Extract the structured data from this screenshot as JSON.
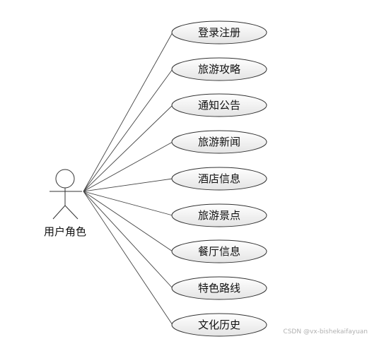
{
  "diagram": {
    "actor": {
      "label": "用户角色"
    },
    "use_cases": [
      {
        "label": "登录注册"
      },
      {
        "label": "旅游攻略"
      },
      {
        "label": "通知公告"
      },
      {
        "label": "旅游新闻"
      },
      {
        "label": "酒店信息"
      },
      {
        "label": "旅游景点"
      },
      {
        "label": "餐厅信息"
      },
      {
        "label": "特色路线"
      },
      {
        "label": "文化历史"
      }
    ]
  },
  "watermark": "CSDN @vx-bishekaifayuan",
  "colors": {
    "line": "#444444",
    "ellipse_fill_top": "#ffffff",
    "ellipse_fill_bottom": "#e6e6e6",
    "ellipse_stroke": "#333333",
    "text": "#111111"
  }
}
